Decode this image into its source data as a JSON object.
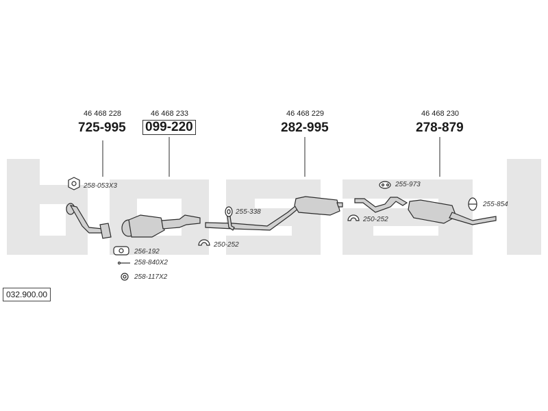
{
  "watermark": {
    "letters": [
      "b",
      "o",
      "s",
      "a",
      "l"
    ],
    "color": "#e6e6e6"
  },
  "callouts": [
    {
      "oem": "46 468 228",
      "part": "725-995",
      "boxed": false
    },
    {
      "oem": "46 468 233",
      "part": "099-220",
      "boxed": true
    },
    {
      "oem": "46 468 229",
      "part": "282-995",
      "boxed": false
    },
    {
      "oem": "46 468 230",
      "part": "278-879",
      "boxed": false
    }
  ],
  "accessories": [
    {
      "label": "258-053X3",
      "icon": "nut-icon"
    },
    {
      "label": "255-338",
      "icon": "ring-icon"
    },
    {
      "label": "255-973",
      "icon": "rubber-hanger-icon"
    },
    {
      "label": "250-252",
      "icon": "clamp-icon"
    },
    {
      "label": "255-854",
      "icon": "mounting-rubber-icon"
    },
    {
      "label": "256-192",
      "icon": "gasket-icon"
    },
    {
      "label": "258-840X2",
      "icon": "bolt-icon"
    },
    {
      "label": "258-117X2",
      "icon": "washer-icon"
    },
    {
      "label": "250-252",
      "icon": "clamp-icon"
    }
  ],
  "catalog_number": "032.900.00",
  "colors": {
    "line": "#2a2a2a",
    "part_fill": "#d0d0d0"
  }
}
